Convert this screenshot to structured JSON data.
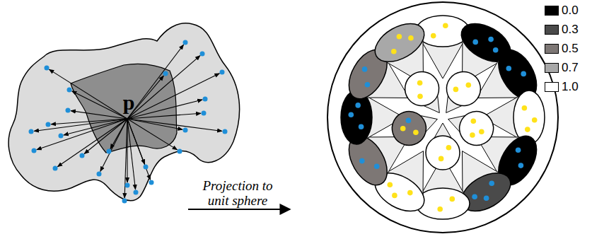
{
  "diagram": {
    "labels": [
      "p",
      "Projection to unit sphere"
    ],
    "legend": [
      {
        "text": "0.0",
        "color": "#000000"
      },
      {
        "text": "0.3",
        "color": "#4a4a4a"
      },
      {
        "text": "0.5",
        "color": "#7d7775"
      },
      {
        "text": "0.7",
        "color": "#a8a8a8"
      },
      {
        "text": "1.0",
        "color": "#ffffff"
      }
    ]
  }
}
